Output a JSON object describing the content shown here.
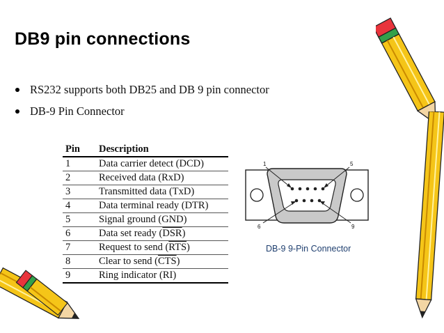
{
  "slide": {
    "title": "DB9 pin connections",
    "bullets": [
      "RS232 supports both DB25 and DB 9 pin connector",
      "DB-9 Pin Connector"
    ]
  },
  "pin_table": {
    "headers": [
      "Pin",
      "Description"
    ],
    "rows": [
      {
        "pin": "1",
        "desc": "Data carrier detect (DCD)"
      },
      {
        "pin": "2",
        "desc": "Received data (RxD)"
      },
      {
        "pin": "3",
        "desc": "Transmitted data (TxD)"
      },
      {
        "pin": "4",
        "desc": "Data terminal ready (DTR)"
      },
      {
        "pin": "5",
        "desc": "Signal ground (GND)"
      },
      {
        "pin": "6",
        "desc_pre": "Data set ready (",
        "desc_bar": "DSR",
        "desc_post": ")"
      },
      {
        "pin": "7",
        "desc_pre": "Request to send (",
        "desc_bar": "RTS",
        "desc_post": ")"
      },
      {
        "pin": "8",
        "desc_pre": "Clear to send (",
        "desc_bar": "CTS",
        "desc_post": ")"
      },
      {
        "pin": "9",
        "desc": "Ring indicator (RI)"
      }
    ]
  },
  "connector": {
    "caption": "DB-9 9-Pin Connector",
    "labels": {
      "tl": "1",
      "tr": "5",
      "bl": "6",
      "br": "9"
    }
  },
  "colors": {
    "caption": "#1f3f6f",
    "pencil_body": "#f5c518",
    "pencil_tip": "#e8343c",
    "pencil_eraser": "#33a04a"
  },
  "decorations": [
    "pencil-top-right",
    "pencil-bottom-left"
  ]
}
